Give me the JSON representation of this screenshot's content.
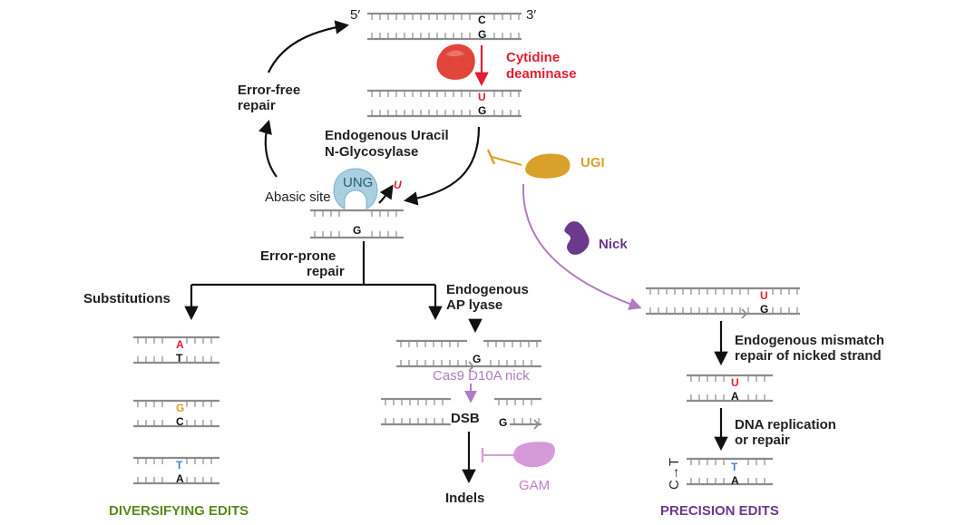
{
  "colors": {
    "black": "#111111",
    "strand_gray": "#8c8c8c",
    "red": "#e01e2e",
    "gold": "#d9a12a",
    "purple": "#6b3a8c",
    "lilac": "#b07cc2",
    "green": "#5a8a1e",
    "blue": "#4a7fd0",
    "ung_blue": "#a9cfe0"
  },
  "labels": {
    "five_prime": "5′",
    "three_prime": "3′",
    "cytidine_deaminase_1": "Cytidine",
    "cytidine_deaminase_2": "deaminase",
    "error_free_1": "Error-free",
    "error_free_2": "repair",
    "endog_ung_1": "Endogenous Uracil",
    "endog_ung_2": "N-Glycosylase",
    "ugi": "UGI",
    "ung": "UNG",
    "abasic_site": "Abasic site",
    "nick": "Nick",
    "error_prone_1": "Error-prone",
    "error_prone_2": "repair",
    "substitutions": "Substitutions",
    "ap_lyase_1": "Endogenous",
    "ap_lyase_2": "AP lyase",
    "cas9_nick": "Cas9 D10A nick",
    "dsb": "DSB",
    "gam": "GAM",
    "indels": "Indels",
    "mismatch_1": "Endogenous mismatch",
    "mismatch_2": "repair of nicked strand",
    "replication_1": "DNA replication",
    "replication_2": "or repair",
    "c_to_t": "C→T",
    "diversifying": "DIVERSIFYING EDITS",
    "precision": "PRECISION EDITS"
  },
  "bases": {
    "top_c": "C",
    "top_g": "G",
    "mid_u": "U",
    "mid_g": "G",
    "ung_u": "U",
    "abasic_g": "G",
    "sub1_top": "A",
    "sub1_bot": "T",
    "sub2_top": "G",
    "sub2_bot": "C",
    "sub3_top": "T",
    "sub3_bot": "A",
    "ap_g": "G",
    "dsb_g": "G",
    "prec1_top": "U",
    "prec1_bot": "G",
    "prec2_top": "U",
    "prec2_bot": "A",
    "prec3_top": "T",
    "prec3_bot": "A"
  }
}
